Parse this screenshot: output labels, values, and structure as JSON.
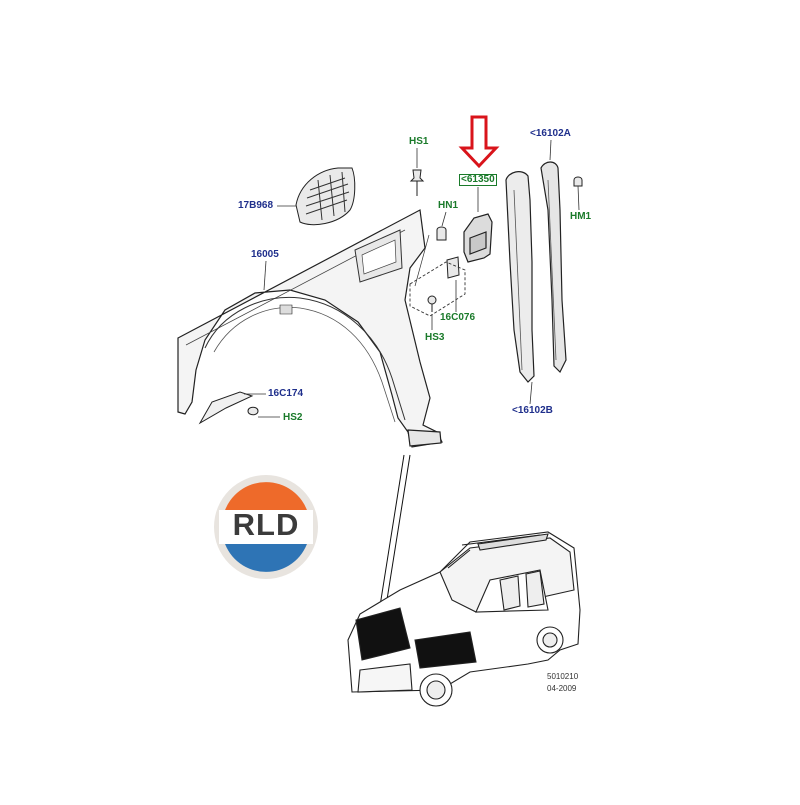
{
  "callouts": {
    "hs1": "HS1",
    "p17b968": "17B968",
    "hn1": "HN1",
    "p61350": "<61350",
    "p16102a": "<16102A",
    "hm1": "HM1",
    "p16005": "16005",
    "p16c076": "16C076",
    "hs3": "HS3",
    "p16c174": "16C174",
    "hs2": "HS2",
    "p16102b": "<16102B"
  },
  "logo": {
    "text": "RLD",
    "colors": {
      "outer": "#e8e4df",
      "orange": "#ee6a2a",
      "blue": "#2e74b5",
      "band": "#ffffff"
    }
  },
  "drawing_code": {
    "number": "5010210",
    "date": "04-2009"
  },
  "colors": {
    "highlight_arrow": "#d9141b",
    "blue_label": "#1f2f8c",
    "green_label": "#1a7a2a"
  }
}
